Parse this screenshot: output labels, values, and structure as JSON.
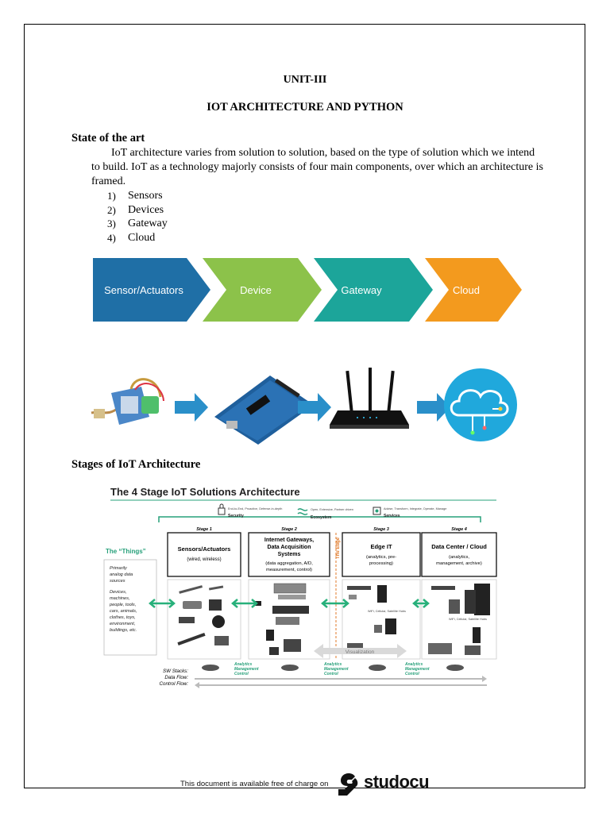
{
  "header": {
    "unit": "UNIT-III",
    "title": "IOT ARCHITECTURE AND PYTHON"
  },
  "state_of_art": {
    "heading": "State of the art",
    "paragraph": "IoT architecture varies from solution to solution, based on the type of solution which we intend to build. IoT as a technology majorly consists of four main components, over which an architecture is framed.",
    "items": [
      {
        "num": "1)",
        "label": "Sensors"
      },
      {
        "num": "2)",
        "label": "Devices"
      },
      {
        "num": "3)",
        "label": "Gateway"
      },
      {
        "num": "4)",
        "label": "Cloud"
      }
    ]
  },
  "chevrons": [
    {
      "label": "Sensor/Actuators",
      "color": "#1f6fa6"
    },
    {
      "label": "Device",
      "color": "#8cc24a"
    },
    {
      "label": "Gateway",
      "color": "#1ca59a"
    },
    {
      "label": "Cloud",
      "color": "#f39a1e"
    }
  ],
  "stages": {
    "heading": "Stages of IoT Architecture",
    "figure_title": "The 4 Stage IoT Solutions Architecture",
    "top_labels": {
      "security_desc": "End-to-End, Proactive, Defense-in-depth",
      "security": "Security",
      "ecosystem_desc": "Open, Extensive, Partner driven",
      "ecosystem": "Ecosystem",
      "services_desc": "Advise, Transform, Integrate, Operate, Manage",
      "services": "Services"
    },
    "things": {
      "title": "The “Things”",
      "line1": "Primarily",
      "line2": "analog data",
      "line3": "sources",
      "line4": "Devices,",
      "line5": "machines,",
      "line6": "people, tools,",
      "line7": "cars, animals,",
      "line8": "clothes, toys,",
      "line9": "environment,",
      "line10": "buildings, etc."
    },
    "stage_boxes": [
      {
        "stage": "Stage 1",
        "title1": "Sensors/Actuators",
        "title2": "",
        "title3": "",
        "sub1": "(wired, wireless)",
        "sub2": ""
      },
      {
        "stage": "Stage 2",
        "title1": "Internet Gateways,",
        "title2": "Data Acquisition",
        "title3": "Systems",
        "sub1": "(data aggregation, A/D,",
        "sub2": "measurement, control)"
      },
      {
        "stage": "Stage 3",
        "title1": "Edge IT",
        "title2": "",
        "title3": "",
        "sub1": "(analytics, pre-",
        "sub2": "processing)"
      },
      {
        "stage": "Stage 4",
        "title1": "Data Center / Cloud",
        "title2": "",
        "title3": "",
        "sub1": "(analytics,",
        "sub2": "management, archive)"
      }
    ],
    "edge_label": "The Edge",
    "wifi_label": "WiFi, Cellular, Satellite Hubs",
    "visualization": "Visualization",
    "sw_stacks": "SW Stacks:",
    "data_flow": "Data Flow:",
    "control_flow": "Control Flow:",
    "amc1": "Analytics",
    "amc2": "Management",
    "amc3": "Control"
  },
  "footer": {
    "text": "This document is available free of charge on",
    "brand": "studocu"
  }
}
